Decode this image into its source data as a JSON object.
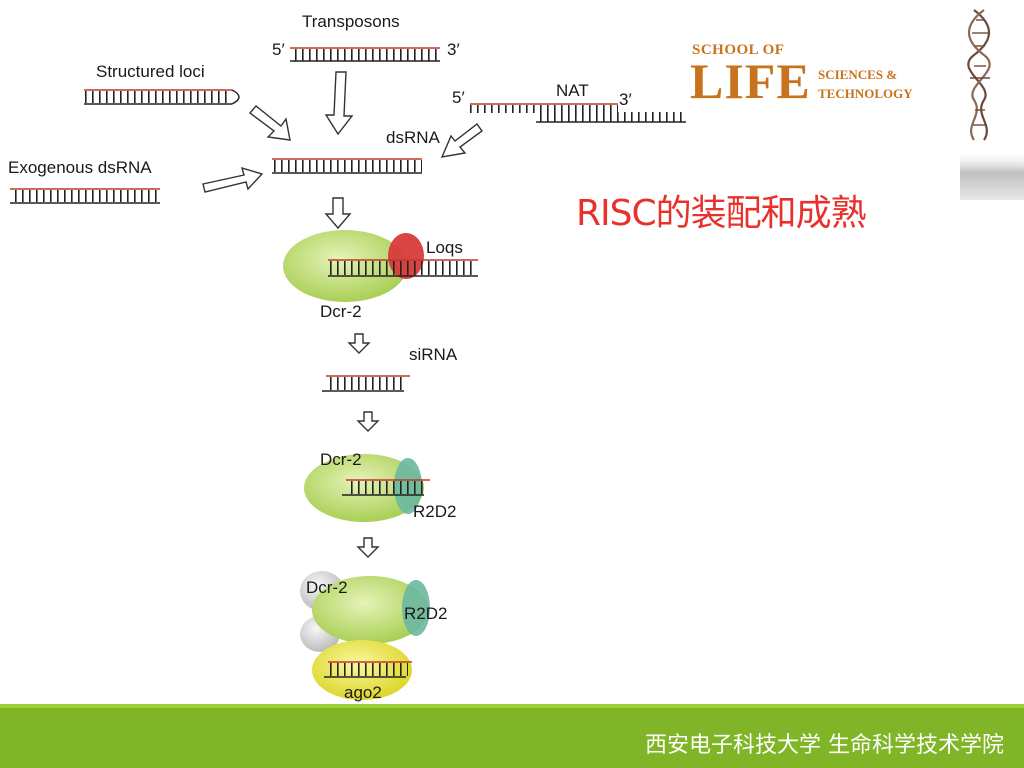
{
  "diagram": {
    "labels": {
      "transposons": "Transposons",
      "five_prime_top": "5′",
      "three_prime_top": "3′",
      "structured_loci": "Structured loci",
      "nat": "NAT",
      "five_prime_nat": "5′",
      "three_prime_nat": "3′",
      "dsrna": "dsRNA",
      "exogenous_dsrna": "Exogenous dsRNA",
      "loqs": "Loqs",
      "dcr2_a": "Dcr-2",
      "sirna": "siRNA",
      "dcr2_b": "Dcr-2",
      "r2d2_a": "R2D2",
      "dcr2_c": "Dcr-2",
      "r2d2_b": "R2D2",
      "ago2": "ago2"
    }
  },
  "logo": {
    "line1": "SCHOOL OF",
    "big": "LIFE",
    "line2": "SCIENCES &",
    "line3": "TECHNOLOGY"
  },
  "title": "RISC的装配和成熟",
  "footer": {
    "text": "西安电子科技大学  生命科学技术学院"
  },
  "colors": {
    "title_red": "#e8312b",
    "footer_green": "#7fb526",
    "logo_orange": "#c8731e",
    "dcr2_green": "#b5d66a",
    "loqs_red": "#d83a3a",
    "r2d2_teal": "#6bb8a0",
    "ago2_yellow": "#e6e040"
  }
}
